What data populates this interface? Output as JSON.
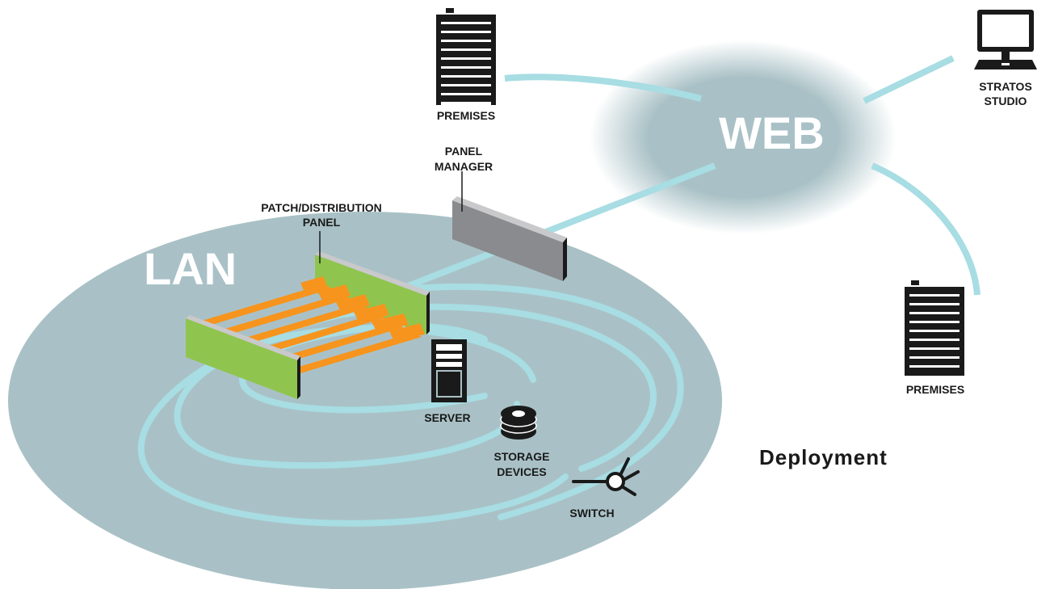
{
  "labels": {
    "premises_top": "PREMISES",
    "premises_right": "PREMISES",
    "stratos_line1": "STRATOS",
    "stratos_line2": "STUDIO",
    "web": "WEB",
    "lan": "LAN",
    "panel_manager_line1": "PANEL",
    "panel_manager_line2": "MANAGER",
    "patch_line1": "PATCH/DISTRIBUTION",
    "patch_line2": "PANEL",
    "server": "SERVER",
    "storage_line1": "STORAGE",
    "storage_line2": "DEVICES",
    "switch": "SWITCH",
    "deployment": "Deployment"
  },
  "colors": {
    "lan_fill": "#a9c1c6",
    "cloud_fill": "#a9c1c6",
    "link": "#a7dde3",
    "panel_green": "#8fc54f",
    "cable_orange": "#f7941d",
    "manager_gray": "#8a8b8e",
    "icon_dark": "#1a1a1a"
  },
  "icons": [
    "building-icon",
    "monitor-icon",
    "server-icon",
    "storage-icon",
    "switch-icon"
  ]
}
